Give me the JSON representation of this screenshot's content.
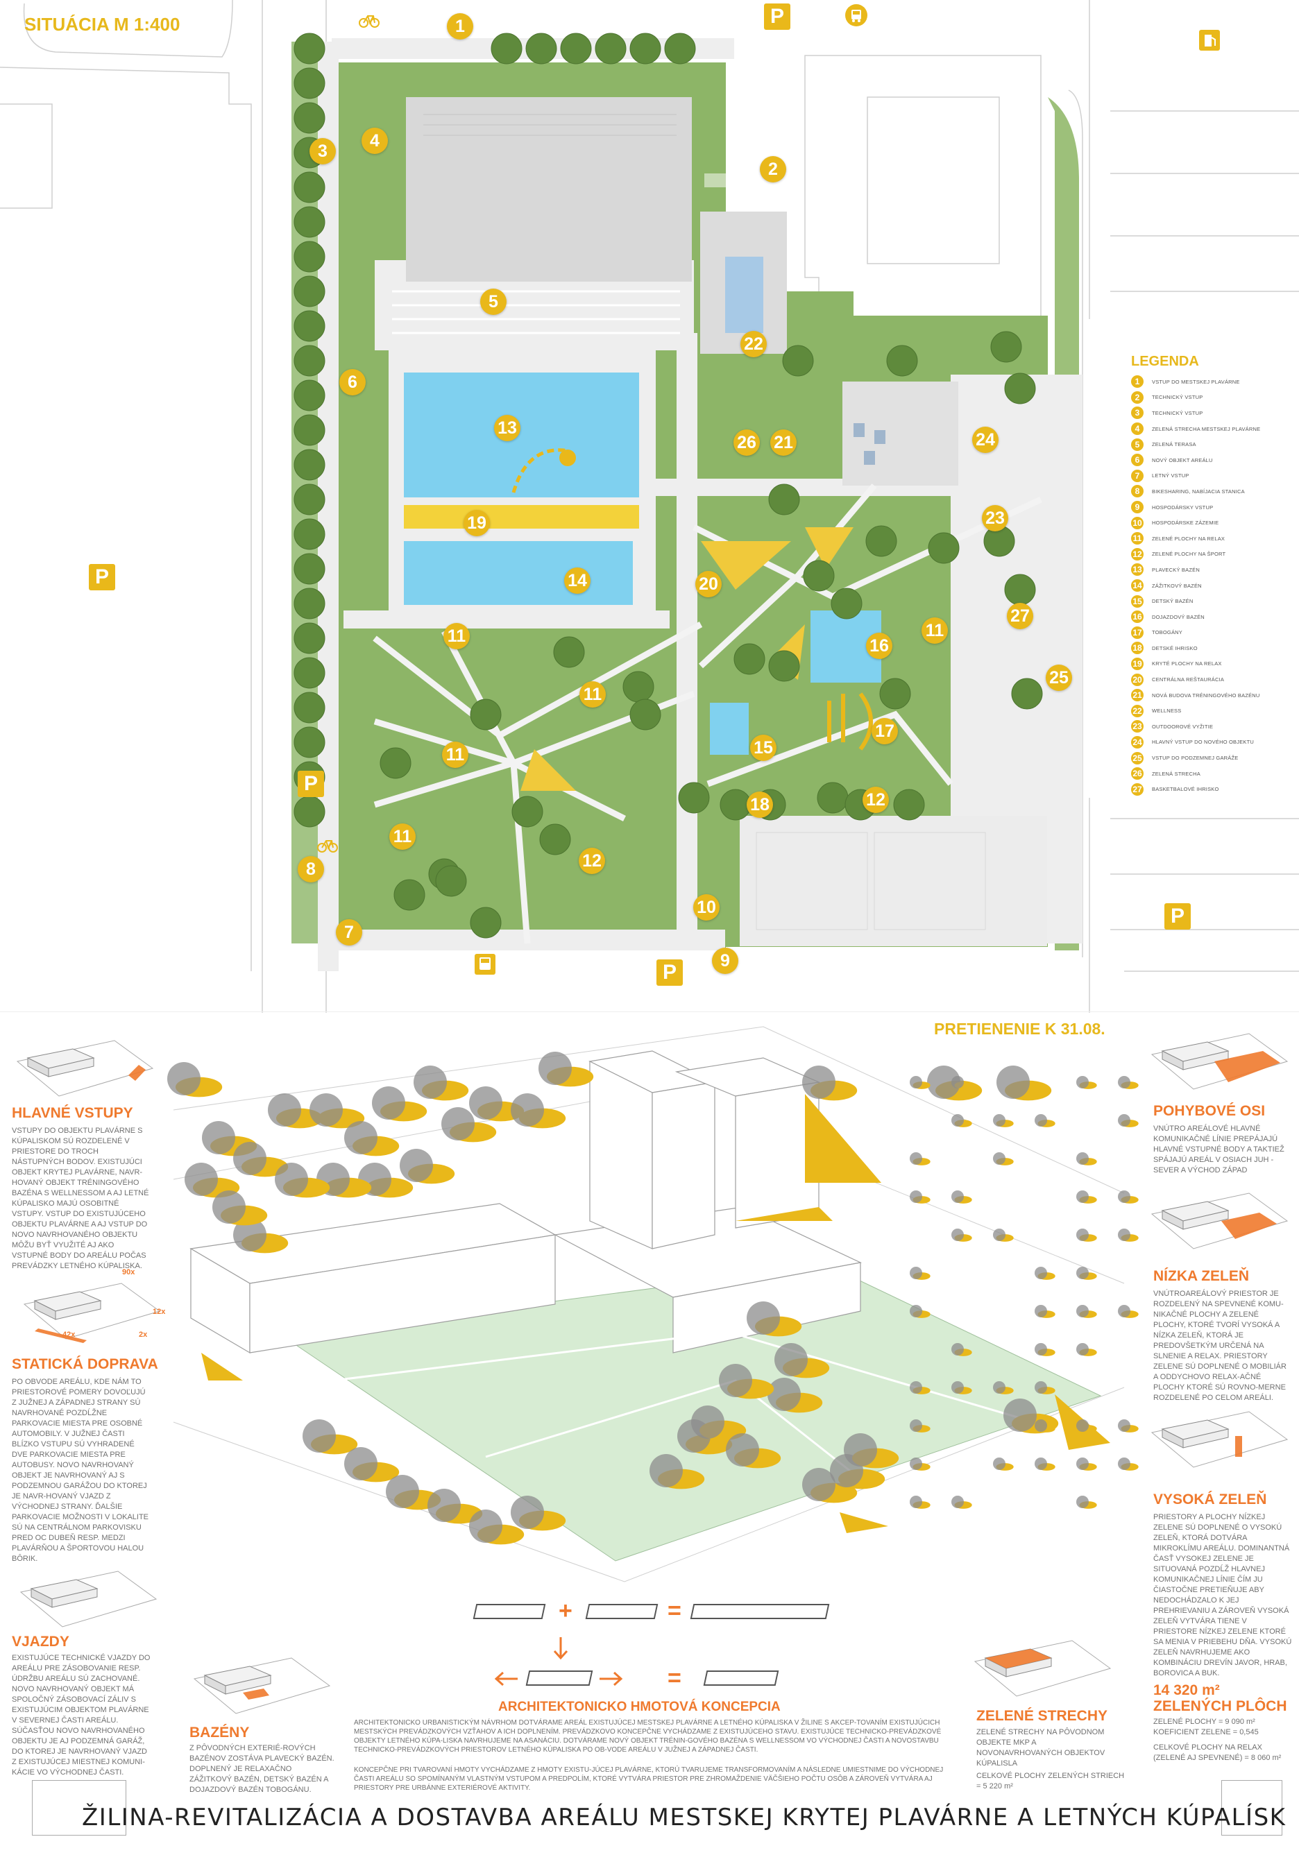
{
  "plan": {
    "title": "SITUÁCIA M 1:400",
    "markers": [
      "1",
      "2",
      "3",
      "4",
      "5",
      "6",
      "7",
      "8",
      "9",
      "10",
      "11",
      "11",
      "11",
      "11",
      "11",
      "12",
      "12",
      "13",
      "14",
      "15",
      "16",
      "17",
      "18",
      "19",
      "20",
      "21",
      "22",
      "23",
      "24",
      "25",
      "26",
      "27"
    ],
    "parking_label": "P"
  },
  "legend": {
    "title": "LEGENDA",
    "items": [
      {
        "n": "1",
        "label": "VSTUP DO MESTSKEJ PLAVÁRNE"
      },
      {
        "n": "2",
        "label": "TECHNICKÝ VSTUP"
      },
      {
        "n": "3",
        "label": "TECHNICKÝ VSTUP"
      },
      {
        "n": "4",
        "label": "ZELENÁ STRECHA MESTSKEJ PLAVÁRNE"
      },
      {
        "n": "5",
        "label": "ZELENÁ TERASA"
      },
      {
        "n": "6",
        "label": "NOVÝ OBJEKT AREÁLU"
      },
      {
        "n": "7",
        "label": "LETNÝ VSTUP"
      },
      {
        "n": "8",
        "label": "BIKESHARING, NABÍJACIA STANICA"
      },
      {
        "n": "9",
        "label": "HOSPODÁRSKY VSTUP"
      },
      {
        "n": "10",
        "label": "HOSPODÁRSKE ZÁZEMIE"
      },
      {
        "n": "11",
        "label": "ZELENÉ PLOCHY NA RELAX"
      },
      {
        "n": "12",
        "label": "ZELENÉ PLOCHY NA ŠPORT"
      },
      {
        "n": "13",
        "label": "PLAVECKÝ BAZÉN"
      },
      {
        "n": "14",
        "label": "ZÁŽITKOVÝ BAZÉN"
      },
      {
        "n": "15",
        "label": "DETSKÝ BAZÉN"
      },
      {
        "n": "16",
        "label": "DOJAZDOVÝ BAZÉN"
      },
      {
        "n": "17",
        "label": "TOBOGÁNY"
      },
      {
        "n": "18",
        "label": "DETSKÉ IHRISKO"
      },
      {
        "n": "19",
        "label": "KRYTÉ PLOCHY NA RELAX"
      },
      {
        "n": "20",
        "label": "CENTRÁLNA REŠTAURÁCIA"
      },
      {
        "n": "21",
        "label": "NOVÁ BUDOVA TRÉNINGOVÉHO BAZÉNU"
      },
      {
        "n": "22",
        "label": "WELLNESS"
      },
      {
        "n": "23",
        "label": "OUTDOOROVÉ VYŽITIE"
      },
      {
        "n": "24",
        "label": "HLAVNÝ VSTUP DO NOVÉHO OBJEKTU"
      },
      {
        "n": "25",
        "label": "VSTUP DO PODZEMNEJ GARÁŽE"
      },
      {
        "n": "26",
        "label": "ZELENÁ STRECHA"
      },
      {
        "n": "27",
        "label": "BASKETBALOVÉ IHRISKO"
      }
    ]
  },
  "iso": {
    "title": "PRETIENENIE K 31.08."
  },
  "left": {
    "s1": {
      "title": "HLAVNÉ VSTUPY",
      "body": "VSTUPY DO OBJEKTU PLAVÁRNE S KÚPALISKOM SÚ ROZDELENÉ V PRIESTORE DO TROCH NÁSTUPNÝCH BODOV. EXISTUJÚCI OBJEKT KRYTEJ PLAVÁRNE, NAVR-HOVANÝ OBJEKT TRÉNINGOVÉHO BAZÉNA S WELLNESSOM A AJ LETNÉ KÚPALISKO MAJÚ OSOBITNÉ VSTUPY. VSTUP DO EXISTUJÚCEHO OBJEKTU PLAVÁRNE A AJ VSTUP DO NOVO NAVRHOVANÉHO OBJEKTU MÔŽU BYŤ VYUŽITÉ AJ AKO VSTUPNÉ BODY DO AREÁLU POČAS PREVÁDZKY LETNÉHO KÚPALISKA."
    },
    "parking_counts": {
      "north": "90x",
      "south": "42x",
      "east": "12x",
      "bus": "2x"
    },
    "s2": {
      "title": "STATICKÁ DOPRAVA",
      "body": "PO OBVODE AREÁLU, KDE NÁM TO PRIESTOROVÉ POMERY DOVOĽUJÚ Z JUŽNEJ A ZÁPADNEJ STRANY SÚ NAVRHOVANÉ POZDĹŽNE PARKOVACIE MIESTA PRE OSOBNÉ AUTOMOBILY. V JUŽNEJ ČASTI BLÍZKO VSTUPU SÚ VYHRADENÉ DVE PARKOVACIE MIESTA PRE AUTOBUSY. NOVO NAVRHOVANÝ OBJEKT JE NAVRHOVANÝ AJ S PODZEMNOU GARÁŽOU DO KTOREJ JE NAVR-HOVANÝ VJAZD Z VÝCHODNEJ STRANY. ĎALŠIE PARKOVACIE MOŽNOSTI V LOKALITE SÚ NA CENTRÁLNOM PARKOVISKU PRED OC DUBEŇ RESP. MEDZI PLAVÁRŇOU A ŠPORTOVOU HALOU BÔRIK."
    },
    "s3": {
      "title": "VJAZDY",
      "body": "EXISTUJÚCE TECHNICKÉ VJAZDY DO AREÁLU PRE ZÁSOBOVANIE RESP. ÚDRŽBU AREÁLU SÚ ZACHOVANÉ. NOVO NAVRHOVANÝ OBJEKT MÁ SPOLOČNÝ ZÁSOBOVACÍ ZÁLIV S EXISTUJÚCIM OBJEKTOM PLAVÁRNE V SEVERNEJ ČASTI AREÁLU. SÚČASŤOU NOVO NAVRHOVANÉHO OBJEKTU JE AJ PODZEMNÁ GARÁŽ, DO KTOREJ JE NAVRHOVANÝ VJAZD Z EXISTUJÚCEJ MIESTNEJ KOMUNI-KÁCIE VO VÝCHODNEJ ČASTI."
    },
    "s4": {
      "title": "BAZÉNY",
      "body": "Z PÔVODNÝCH EXTERIÉ-ROVÝCH BAZÉNOV ZOSTÁVA PLAVECKÝ BAZÉN. DOPLNENÝ JE RELAXAČNO ZÁŽITKOVÝ BAZÉN, DETSKÝ BAZÉN A DOJAZDOVÝ BAZÉN TOBOGÁNU."
    }
  },
  "right": {
    "s1": {
      "title": "POHYBOVÉ OSI",
      "body": "VNÚTRO AREÁLOVÉ HLAVNÉ KOMUNIKAČNÉ LÍNIE PREPÁJAJÚ HLAVNÉ VSTUPNÉ BODY A TAKTIEŽ SPÁJAJÚ AREÁL V OSIACH JUH - SEVER A VÝCHOD ZÁPAD"
    },
    "s2": {
      "title": "NÍZKA ZELEŇ",
      "body": "VNÚTROAREÁLOVÝ PRIESTOR JE ROZDELENÝ NA SPEVNENÉ KOMU-NIKAČNÉ PLOCHY A ZELENÉ PLOCHY, KTORÉ TVORÍ VYSOKÁ A NÍZKA ZELEŇ, KTORÁ JE PREDOVŠETKÝM URČENÁ NA SLNENIE A RELAX. PRIESTORY ZELENE SÚ DOPLNENÉ O MOBILIÁR A ODDYCHOVO RELAX-AČNÉ PLOCHY KTORÉ SÚ ROVNO-MERNE ROZDELENÉ PO CELOM AREÁLI."
    },
    "s3": {
      "title": "VYSOKÁ ZELEŇ",
      "body": "PRIESTORY A PLOCHY NÍZKEJ ZELENE SÚ DOPLNENÉ O VYSOKÚ ZELEŇ, KTORÁ DOTVÁRA MIKROKLÍMU AREÁLU. DOMINANTNÁ ČASŤ VYSOKEJ ZELENE JE SITUOVANÁ POZDĹŽ HLAVNEJ KOMUNIKAČNEJ LÍNIE ČÍM JU ČIASTOČNE PRETIEŇUJE ABY NEDOCHÁDZALO K JEJ PREHRIEVANIU A ZÁROVEŇ VYSOKÁ ZELEŇ VYTVÁRA TIENE V PRIESTORE NÍZKEJ ZELENE KTORÉ SA MENIA V PRIEBEHU DŇA. VYSOKÚ ZELEŇ NAVRHUJEME AKO KOMBINÁCIU DREVÍN JAVOR, HRAB, BOROVICA A BUK."
    },
    "stats": {
      "title": "14 320 m² ZELENÝCH PLÔCH",
      "line1": "ZELENÉ PLOCHY = 9 090 m²",
      "line2": "KOEFICIENT ZELENE = 0,545",
      "line3": "CELKOVÉ PLOCHY NA RELAX (ZELENÉ AJ SPEVNENÉ) = 8 060 m²"
    },
    "roofs": {
      "title": "ZELENÉ STRECHY",
      "body": "ZELENÉ STRECHY NA PÔVODNOM OBJEKTE MKP A NOVONAVRHOVANÝCH OBJEKTOV KÚPALISLA",
      "total": "CELKOVÉ PLOCHY ZELENÝCH STRIECH = 5 220 m²"
    }
  },
  "concept": {
    "title": "ARCHITEKTONICKO HMOTOVÁ KONCEPCIA",
    "p1": "ARCHITEKTONICKO URBANISTICKÝM NÁVRHOM DOTVÁRAME AREÁL EXISTUJÚCEJ MESTSKEJ PLAVÁRNE A LETNÉHO KÚPALISKA V ŽILINE S AKCEP-TOVANÍM EXISTUJÚCICH MESTSKÝCH PREVÁDZKOVÝCH VZŤAHOV A ICH DOPLNENÍM. PREVÁDZKOVO KONCEPČNE VYCHÁDZAME Z EXISTUJÚCEHO STAVU. EXISTUJÚCE TECHNICKO-PREVÁDZKOVÉ OBJEKTY LETNÉHO KÚPA-LISKA NAVRHUJEME NA ASANÁCIU. DOTVÁRAME NOVÝ OBJEKT TRÉNIN-GOVÉHO BAZÉNA S WELLNESSOM VO VÝCHODNEJ ČASTI A NOVOSTAVBU TECHNICKO-PREVÁDZKOVÝCH PRIESTOROV LETNÉHO KÚPALISKA PO OB-VODE AREÁLU V JUŽNEJ A ZÁPADNEJ ČASTI.",
    "p2": "KONCEPČNE PRI TVAROVANÍ HMOTY VYCHÁDZAME Z HMOTY EXISTU-JÚCEJ PLAVÁRNE, KTORÚ TVARUJEME TRANSFORMOVANÍM A NÁSLEDNE UMIESTNIME DO VÝCHODNEJ ČASTI AREÁLU SO SPOMÍNANÝM VLASTNÝM VSTUPOM A PREDPOLÍM, KTORÉ VYTVÁRA PRIESTOR PRE ZHROMAŽDENIE VÄČŠIEHO POČTU OSÔB A ZÁROVEŇ VYTVÁRA AJ PRIESTORY PRE URBÁNNE EXTERIÉROVÉ AKTIVITY.",
    "plus": "+",
    "equals": "="
  },
  "footer": {
    "title": "ŽILINA-REVITALIZÁCIA A DOSTAVBA AREÁLU MESTSKEJ KRYTEJ PLAVÁRNE A LETNÝCH KÚPALÍSK"
  },
  "colors": {
    "accent_yellow": "#e9b81a",
    "accent_orange": "#ef7a2e",
    "grass": "#8cb466",
    "water": "#7fd0ef"
  }
}
